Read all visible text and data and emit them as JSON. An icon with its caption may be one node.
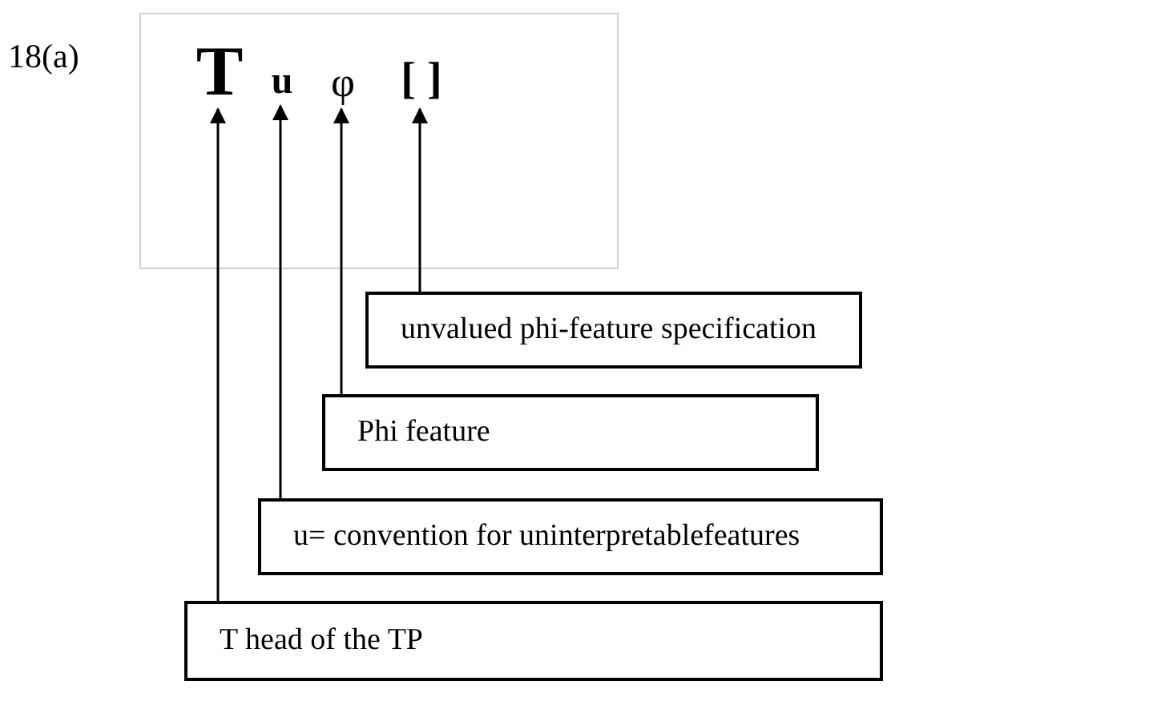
{
  "diagram": {
    "nodes": [
      {
        "text": [],
        "shape": "box"
      },
      {
        "text": [
          "T"
        ],
        "in": 0
      },
      {
        "text": [
          "u"
        ],
        "in": 0
      },
      {
        "text": [
          "φ"
        ],
        "in": 0
      },
      {
        "text": [
          "[ ]"
        ],
        "in": 0
      },
      {
        "text": [
          "unvalued phi-feature specification"
        ]
      },
      {
        "text": [
          "Phi feature"
        ]
      },
      {
        "text": [
          "u= convention for uninterpretablefeatures"
        ]
      },
      {
        "text": [
          "T head of the TP"
        ]
      }
    ],
    "edges": [
      {
        "from": 5,
        "to": 4,
        "arrow": "to"
      },
      {
        "from": 6,
        "to": 3,
        "arrow": "to"
      },
      {
        "from": 7,
        "to": 2,
        "arrow": "to"
      },
      {
        "from": 8,
        "to": 1,
        "arrow": "to"
      }
    ],
    "labels": [
      "18(a)"
    ]
  }
}
